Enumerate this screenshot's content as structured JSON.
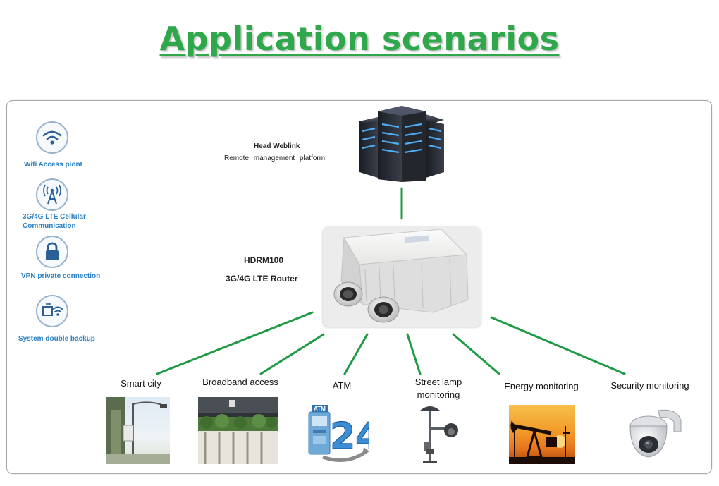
{
  "title": "Application scenarios",
  "features": [
    {
      "icon": "wifi-icon",
      "label": "Wifi Access piont"
    },
    {
      "icon": "cell-tower-icon",
      "label_line1": "3G/4G LTE Cellular",
      "label_line2": "Communication"
    },
    {
      "icon": "lock-icon",
      "label": "VPN private connection"
    },
    {
      "icon": "backup-icon",
      "label": "System double backup"
    }
  ],
  "server": {
    "icon": "server-rack-icon",
    "title": "Head Weblink",
    "subtitle": "Remote management platform"
  },
  "router": {
    "icon": "router-device-icon",
    "model": "HDRM100",
    "type": "3G/4G LTE Router"
  },
  "scenarios": [
    {
      "label": "Smart city",
      "image": "smart-city-photo"
    },
    {
      "label": "Broadband access",
      "image": "broadband-photo"
    },
    {
      "label": "ATM",
      "image": "atm-icon"
    },
    {
      "label_line1": "Street lamp",
      "label_line2": "monitoring",
      "image": "street-lamp-camera-icon"
    },
    {
      "label": "Energy monitoring",
      "image": "oil-pump-photo"
    },
    {
      "label": "Security monitoring",
      "image": "security-camera-icon"
    }
  ],
  "colors": {
    "accent_green": "#2ea84a",
    "feature_blue": "#2a7fc2",
    "line_green": "#1f9a45"
  }
}
